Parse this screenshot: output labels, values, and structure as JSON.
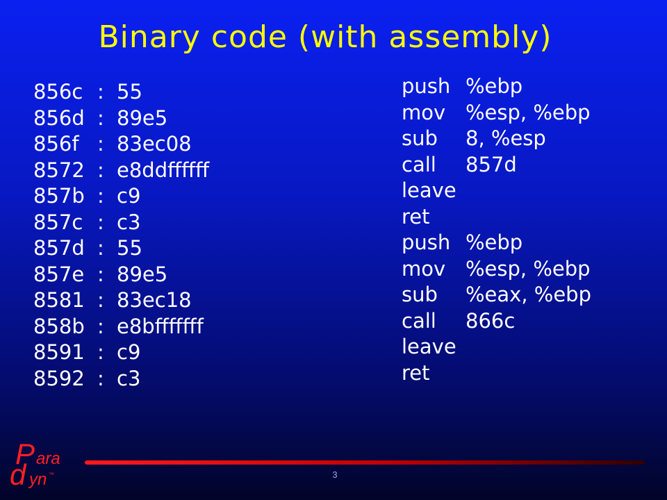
{
  "slide": {
    "title": "Binary code (with assembly)",
    "page_number": "3"
  },
  "binary": [
    {
      "addr": "856c",
      "sep": ":",
      "bytes": "55"
    },
    {
      "addr": "856d",
      "sep": ":",
      "bytes": "89e5"
    },
    {
      "addr": "856f",
      "sep": ":",
      "bytes": "83ec08"
    },
    {
      "addr": "8572",
      "sep": ":",
      "bytes": "e8ddffffff"
    },
    {
      "addr": "857b",
      "sep": ":",
      "bytes": "c9"
    },
    {
      "addr": "857c",
      "sep": ":",
      "bytes": "c3"
    },
    {
      "addr": "857d",
      "sep": ":",
      "bytes": "55"
    },
    {
      "addr": "857e",
      "sep": ":",
      "bytes": "89e5"
    },
    {
      "addr": "8581",
      "sep": ":",
      "bytes": "83ec18"
    },
    {
      "addr": "858b",
      "sep": ":",
      "bytes": "e8bfffffff"
    },
    {
      "addr": "8591",
      "sep": ":",
      "bytes": "c9"
    },
    {
      "addr": "8592",
      "sep": ":",
      "bytes": "c3"
    }
  ],
  "assembly": [
    {
      "op": "push",
      "args": "%ebp"
    },
    {
      "op": "mov",
      "args": "%esp, %ebp"
    },
    {
      "op": "sub",
      "args": "8, %esp"
    },
    {
      "op": "call",
      "args": "857d"
    },
    {
      "op": "leave",
      "args": ""
    },
    {
      "op": "ret",
      "args": ""
    },
    {
      "op": "push",
      "args": "%ebp"
    },
    {
      "op": "mov",
      "args": "%esp, %ebp"
    },
    {
      "op": "sub",
      "args": "%eax, %ebp"
    },
    {
      "op": "call",
      "args": "866c"
    },
    {
      "op": "leave",
      "args": ""
    },
    {
      "op": "ret",
      "args": ""
    }
  ],
  "logo": {
    "icon": "paradyn-logo",
    "text_p": "P",
    "text_ara": "ara",
    "text_d": "d",
    "text_yn": "yn",
    "tm": "™",
    "color": "#ff2020"
  }
}
